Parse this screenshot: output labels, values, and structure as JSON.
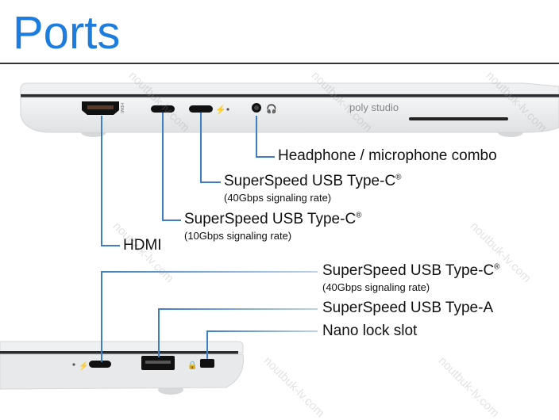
{
  "title": "Ports",
  "watermark": "noutbuk-lv.com",
  "brand_label": "poly studio",
  "hdmi_port_mark": "HDMI",
  "colors": {
    "title": "#1c7ddf",
    "leader_lines": "#3f7fbf",
    "body": "#eceef0"
  },
  "top_side": {
    "labels": [
      {
        "name": "Headphone / microphone combo"
      },
      {
        "name": "SuperSpeed USB Type-C",
        "mark": "®",
        "detail": "(40Gbps signaling rate)"
      },
      {
        "name": "SuperSpeed USB Type-C",
        "mark": "®",
        "detail": "(10Gbps signaling rate)"
      },
      {
        "name": "HDMI"
      }
    ]
  },
  "bottom_side": {
    "labels": [
      {
        "name": "SuperSpeed USB Type-C",
        "mark": "®",
        "detail": "(40Gbps signaling rate)"
      },
      {
        "name": "SuperSpeed USB Type-A"
      },
      {
        "name": "Nano lock slot"
      }
    ]
  }
}
